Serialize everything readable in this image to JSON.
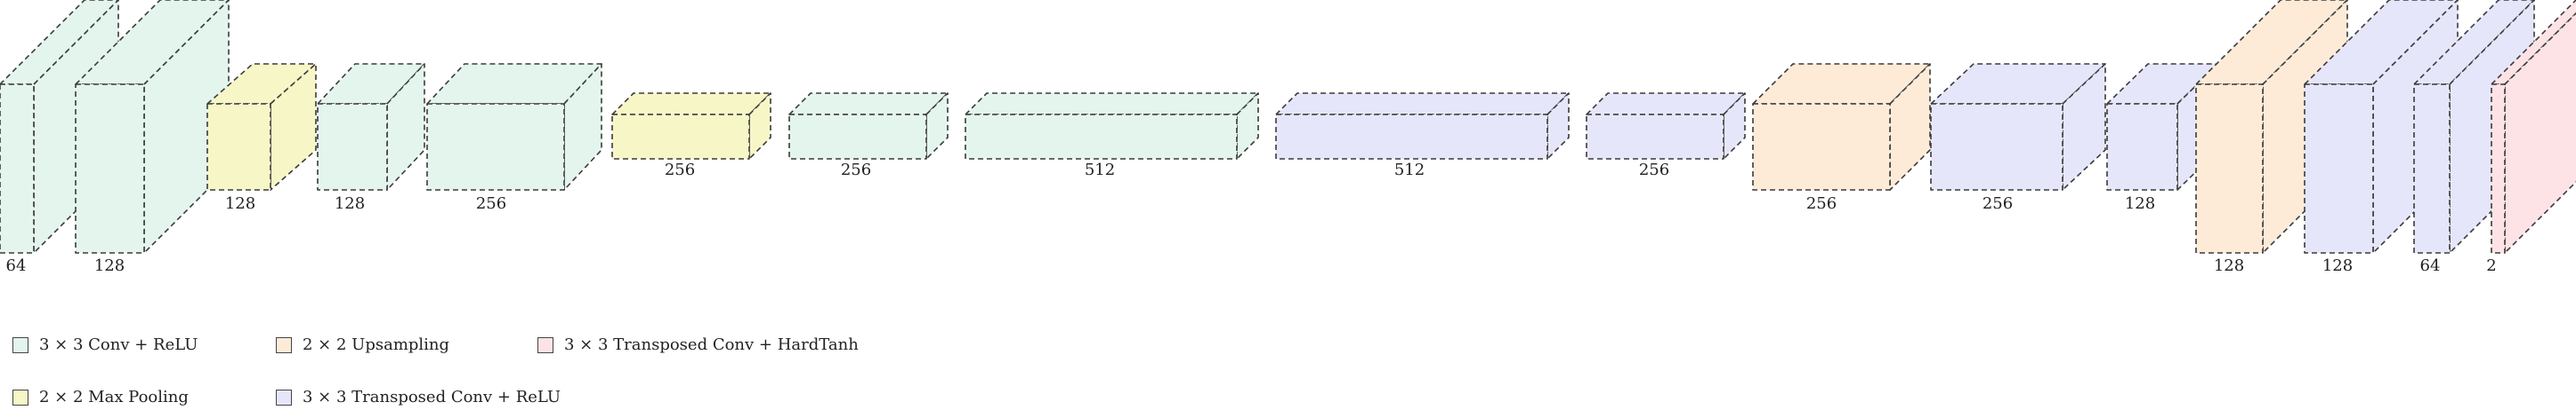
{
  "colors": {
    "conv": "#e3f5ec",
    "pool": "#f6f6c7",
    "up": "#fdebd8",
    "tconv": "#e6e6fb",
    "tconv_hardtanh": "#fde3e6",
    "edge": "#3a3a3a"
  },
  "blocks": [
    {
      "kind": "conv",
      "label": "64"
    },
    {
      "kind": "conv",
      "label": "128"
    },
    {
      "kind": "pool",
      "label": "128"
    },
    {
      "kind": "conv",
      "label": "128"
    },
    {
      "kind": "conv",
      "label": "256"
    },
    {
      "kind": "pool",
      "label": "256"
    },
    {
      "kind": "conv",
      "label": "256"
    },
    {
      "kind": "conv",
      "label": "512"
    },
    {
      "kind": "tconv",
      "label": "512"
    },
    {
      "kind": "tconv",
      "label": "256"
    },
    {
      "kind": "up",
      "label": "256"
    },
    {
      "kind": "tconv",
      "label": "256"
    },
    {
      "kind": "tconv",
      "label": "128"
    },
    {
      "kind": "up",
      "label": "128"
    },
    {
      "kind": "tconv",
      "label": "128"
    },
    {
      "kind": "tconv",
      "label": "64"
    },
    {
      "kind": "tconv_hardtanh",
      "label": "2"
    }
  ],
  "legend": [
    {
      "kind": "conv",
      "label": "3 × 3 Conv + ReLU"
    },
    {
      "kind": "up",
      "label": "2 × 2 Upsampling"
    },
    {
      "kind": "tconv_hardtanh",
      "label": "3 × 3 Transposed Conv + HardTanh"
    },
    {
      "kind": "pool",
      "label": "2 × 2 Max Pooling"
    },
    {
      "kind": "tconv",
      "label": "3 × 3 Transposed Conv + ReLU"
    }
  ]
}
